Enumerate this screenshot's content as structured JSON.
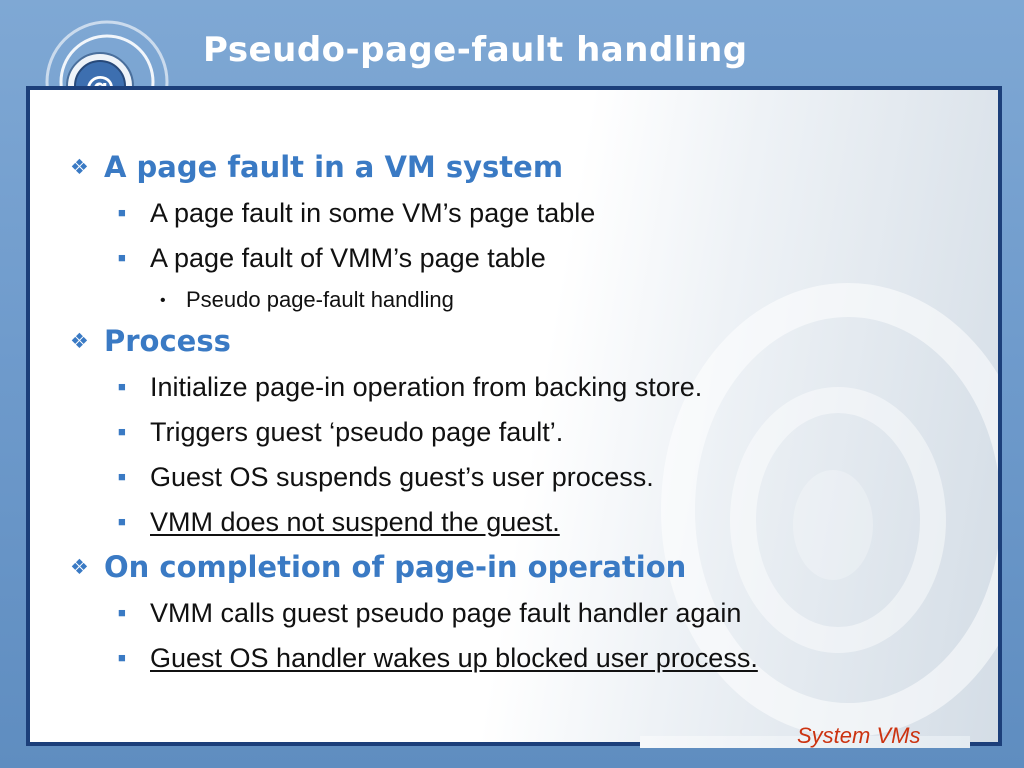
{
  "slide": {
    "title": "Pseudo-page-fault handling",
    "footer": "System VMs"
  },
  "logo": {
    "icon": "at-sign-globe-icon",
    "symbol": "@"
  },
  "bullets": [
    {
      "level": 1,
      "glyph": "❖",
      "text": "A page fault in a VM system"
    },
    {
      "level": 2,
      "glyph": "■",
      "text": "A page fault in some VM’s page table"
    },
    {
      "level": 2,
      "glyph": "■",
      "text": "A page fault of VMM’s page table"
    },
    {
      "level": 3,
      "glyph": "•",
      "text": "Pseudo page-fault handling"
    },
    {
      "level": 1,
      "glyph": "❖",
      "text": "Process"
    },
    {
      "level": 2,
      "glyph": "■",
      "text": "Initialize page-in operation from backing store."
    },
    {
      "level": 2,
      "glyph": "■",
      "text": "Triggers guest ‘pseudo page fault’."
    },
    {
      "level": 2,
      "glyph": "■",
      "text": "Guest OS suspends guest’s user process."
    },
    {
      "level": 2,
      "glyph": "■",
      "text": "VMM does not suspend the guest.",
      "underline": true
    },
    {
      "level": 1,
      "glyph": "❖",
      "text": "On completion of page-in operation"
    },
    {
      "level": 2,
      "glyph": "■",
      "text": "VMM calls guest pseudo page fault handler again"
    },
    {
      "level": 2,
      "glyph": "■",
      "text": "Guest OS handler wakes up blocked user process.",
      "underline": true
    }
  ],
  "colors": {
    "background": "#6f9bcc",
    "frame_border": "#1c3f7a",
    "heading_blue": "#3a7ac4",
    "footer_red": "#cc3311"
  }
}
